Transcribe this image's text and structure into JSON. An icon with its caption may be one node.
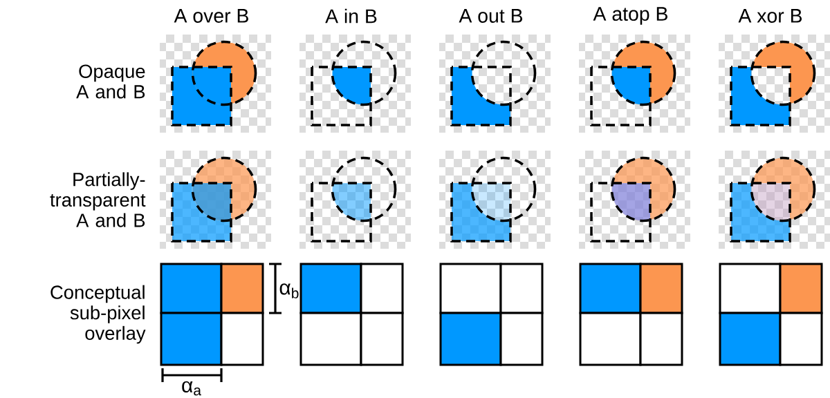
{
  "diagram": {
    "labels": [
      "A over B",
      "A in B",
      "A out B",
      "A atop B",
      "A xor B",
      "Opaque A and B",
      "Partially-transparent A and B",
      "Conceptual sub-pixel overlay",
      "α$_{b}$",
      "α$_{a}$"
    ]
  }
}
